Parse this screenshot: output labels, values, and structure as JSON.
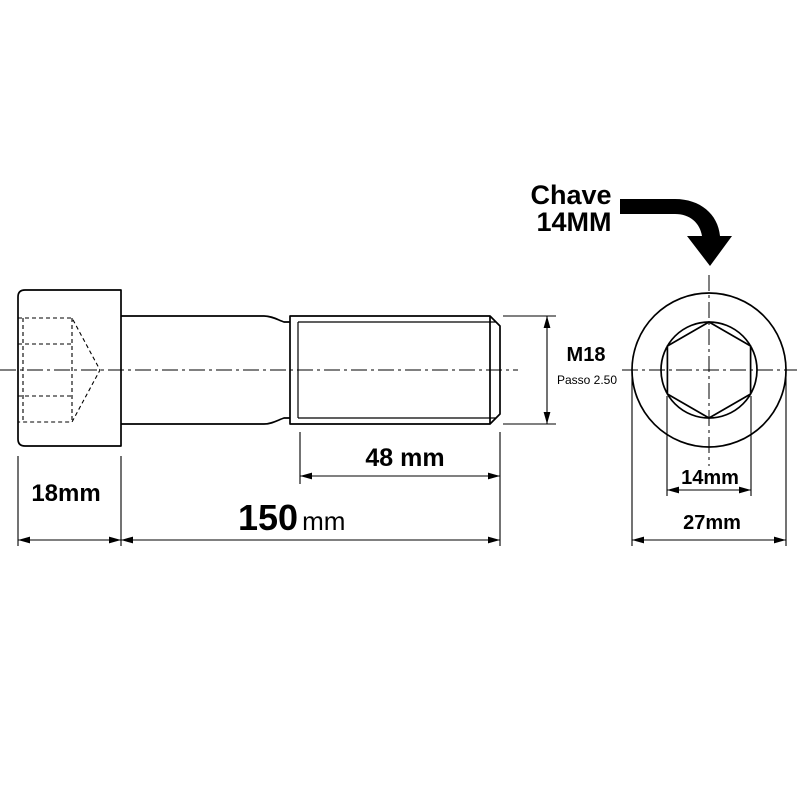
{
  "colors": {
    "line": "#000000",
    "background": "#ffffff"
  },
  "callout": {
    "line1": "Chave",
    "line2": "14MM",
    "arrow_icon": "curved-arrow-down-icon"
  },
  "thread": {
    "label": "M18",
    "pitch": "Passo 2.50"
  },
  "dimensions": {
    "thread_length": "48 mm",
    "head_length": "18mm",
    "total_length": {
      "value": "150",
      "unit": "mm"
    },
    "socket_size": "14mm",
    "head_diameter": "27mm"
  }
}
